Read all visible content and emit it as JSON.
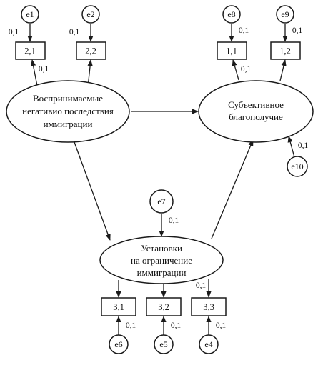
{
  "latents": {
    "perceived": {
      "lines": [
        "Воспринимаемые",
        "негативио последствия",
        "иммиграции"
      ]
    },
    "wellbeing": {
      "lines": [
        "Субъективное",
        "благополучие"
      ]
    },
    "attitudes": {
      "lines": [
        "Установки",
        "на ограничение",
        "иммиграции"
      ]
    }
  },
  "indicators": {
    "i21": "2,1",
    "i22": "2,2",
    "i11": "1,1",
    "i12": "1,2",
    "i31": "3,1",
    "i32": "3,2",
    "i33": "3,3"
  },
  "errors": {
    "e1": "e1",
    "e2": "e2",
    "e8": "e8",
    "e9": "e9",
    "e10": "e10",
    "e7": "e7",
    "e6": "e6",
    "e5": "e5",
    "e4": "e4"
  },
  "weights": {
    "e1": "0,1",
    "e2": "0,1",
    "e8": "0,1",
    "e9": "0,1",
    "ind21": "0,1",
    "ind11": "0,1",
    "ind33": "0,1",
    "e10": "0,1",
    "e7": "0,1",
    "e6": "0,1",
    "e5": "0,1",
    "e4": "0,1"
  }
}
